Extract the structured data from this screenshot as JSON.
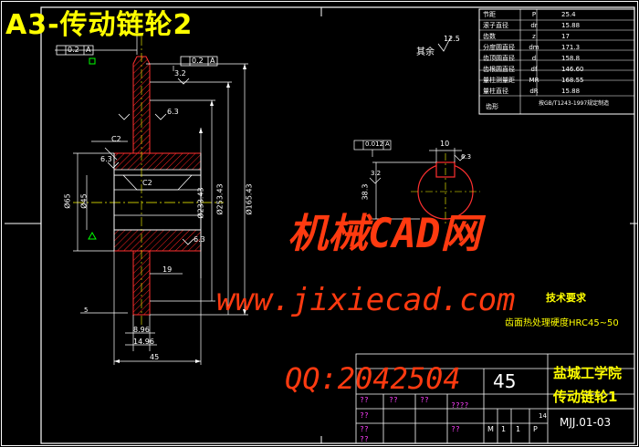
{
  "sheet_title": "A3-传动链轮2",
  "watermark": {
    "line1": "机械CAD网",
    "line2": "www.jixiecad.com",
    "line3": "QQ:2042504"
  },
  "params_table": {
    "rows": [
      {
        "name": "节距",
        "sym": "P",
        "val": "25.4"
      },
      {
        "name": "滚子直径",
        "sym": "dr",
        "val": "15.88"
      },
      {
        "name": "齿数",
        "sym": "z",
        "val": "17"
      },
      {
        "name": "分度圆直径",
        "sym": "dm",
        "val": "171.3"
      },
      {
        "name": "齿顶圆直径",
        "sym": "d",
        "val": "158.8"
      },
      {
        "name": "齿根圆直径",
        "sym": "df",
        "val": "146.60"
      },
      {
        "name": "量柱测量距",
        "sym": "MR",
        "val": "168.55"
      },
      {
        "name": "量柱直径",
        "sym": "dR",
        "val": "15.88"
      }
    ],
    "note_label": "齿形",
    "note_val": "按GB/T1243-1997规定制造"
  },
  "roughness_other": {
    "label": "其余",
    "value": "12.5"
  },
  "tech_requirements": {
    "title": "技术要求",
    "line1": "齿面热处理硬度HRC45~50"
  },
  "title_block": {
    "school": "盐城工学院",
    "part_name": "传动链轮1",
    "drawing_no": "MJJ.01-03",
    "material": "45",
    "qmarks": [
      "??",
      "??",
      "??",
      "??",
      "????",
      "??",
      "??",
      "??"
    ],
    "scale_marks": [
      "M",
      "1",
      "1",
      "P"
    ],
    "sheet_count": "14"
  },
  "dimensions": {
    "tol_top_left": "0.2",
    "tol_top_right": "0.2",
    "datum": "A",
    "chamfer": "C2",
    "chamfer_inner": "C2",
    "rough_32": "3.2",
    "rough_63_a": "6.3",
    "rough_63_b": "6.3",
    "rough_63_c": "6.3",
    "rough_32_b": "3.2",
    "dia_65": "Ø65",
    "dia_bore": "Ø45",
    "dia_inner": "Ø233.43",
    "dia_mid": "Ø253.43",
    "dia_outer": "Ø165.43",
    "len_19": "19",
    "len_896": "8.96",
    "len_1496": "14.96",
    "len_45": "45",
    "len_small": "5",
    "key_sym": "0.012",
    "key_width": "10",
    "key_depth": "38.3",
    "key_rough": "6.3",
    "key_rough2": "3.2"
  }
}
